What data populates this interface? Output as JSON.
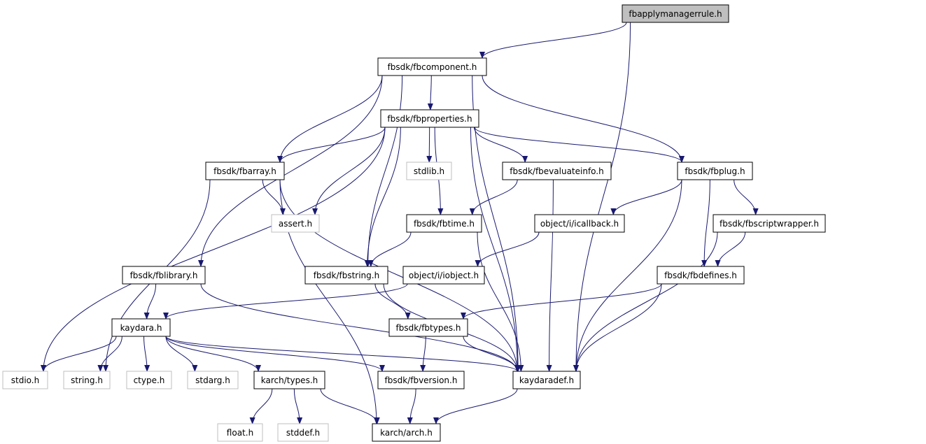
{
  "colors": {
    "edge": "#191970",
    "root_fill": "#bfbfbf",
    "box_border": "#000000",
    "external_border": "#bfbfbf"
  },
  "nodes": [
    {
      "id": "fbapplymanagerrule",
      "label": "fbapplymanagerrule.h",
      "style": "root"
    },
    {
      "id": "fbcomponent",
      "label": "fbsdk/fbcomponent.h",
      "style": "normal"
    },
    {
      "id": "fbproperties",
      "label": "fbsdk/fbproperties.h",
      "style": "normal"
    },
    {
      "id": "fbarray",
      "label": "fbsdk/fbarray.h",
      "style": "normal"
    },
    {
      "id": "stdlib",
      "label": "stdlib.h",
      "style": "external"
    },
    {
      "id": "fbevaluateinfo",
      "label": "fbsdk/fbevaluateinfo.h",
      "style": "normal"
    },
    {
      "id": "fbplug",
      "label": "fbsdk/fbplug.h",
      "style": "normal"
    },
    {
      "id": "assert",
      "label": "assert.h",
      "style": "external"
    },
    {
      "id": "fbtime",
      "label": "fbsdk/fbtime.h",
      "style": "normal"
    },
    {
      "id": "icallback",
      "label": "object/i/icallback.h",
      "style": "normal"
    },
    {
      "id": "fbscriptwrapper",
      "label": "fbsdk/fbscriptwrapper.h",
      "style": "normal"
    },
    {
      "id": "fblibrary",
      "label": "fbsdk/fblibrary.h",
      "style": "normal"
    },
    {
      "id": "fbstring",
      "label": "fbsdk/fbstring.h",
      "style": "normal"
    },
    {
      "id": "iobject",
      "label": "object/i/iobject.h",
      "style": "normal"
    },
    {
      "id": "fbdefines",
      "label": "fbsdk/fbdefines.h",
      "style": "normal"
    },
    {
      "id": "kaydara",
      "label": "kaydara.h",
      "style": "normal"
    },
    {
      "id": "fbtypes",
      "label": "fbsdk/fbtypes.h",
      "style": "normal"
    },
    {
      "id": "stdio",
      "label": "stdio.h",
      "style": "external"
    },
    {
      "id": "string",
      "label": "string.h",
      "style": "external"
    },
    {
      "id": "ctype",
      "label": "ctype.h",
      "style": "external"
    },
    {
      "id": "stdarg",
      "label": "stdarg.h",
      "style": "external"
    },
    {
      "id": "karchtypes",
      "label": "karch/types.h",
      "style": "normal"
    },
    {
      "id": "fbversion",
      "label": "fbsdk/fbversion.h",
      "style": "normal"
    },
    {
      "id": "kaydaradef",
      "label": "kaydaradef.h",
      "style": "normal"
    },
    {
      "id": "float",
      "label": "float.h",
      "style": "external"
    },
    {
      "id": "stddef",
      "label": "stddef.h",
      "style": "external"
    },
    {
      "id": "karcharch",
      "label": "karch/arch.h",
      "style": "normal"
    }
  ],
  "edges": [
    [
      "fbapplymanagerrule",
      "fbcomponent"
    ],
    [
      "fbapplymanagerrule",
      "kaydaradef"
    ],
    [
      "fbcomponent",
      "fbproperties"
    ],
    [
      "fbcomponent",
      "fbarray"
    ],
    [
      "fbcomponent",
      "fbplug"
    ],
    [
      "fbcomponent",
      "fblibrary"
    ],
    [
      "fbcomponent",
      "fbstring"
    ],
    [
      "fbcomponent",
      "kaydaradef"
    ],
    [
      "fbproperties",
      "fbarray"
    ],
    [
      "fbproperties",
      "stdlib"
    ],
    [
      "fbproperties",
      "fbevaluateinfo"
    ],
    [
      "fbproperties",
      "fbplug"
    ],
    [
      "fbproperties",
      "assert"
    ],
    [
      "fbproperties",
      "fbtime"
    ],
    [
      "fbproperties",
      "fbstring"
    ],
    [
      "fbproperties",
      "stdio"
    ],
    [
      "fbproperties",
      "kaydaradef"
    ],
    [
      "fbarray",
      "assert"
    ],
    [
      "fbarray",
      "string"
    ],
    [
      "fbarray",
      "kaydaradef"
    ],
    [
      "fbarray",
      "karcharch"
    ],
    [
      "fbevaluateinfo",
      "fbtime"
    ],
    [
      "fbevaluateinfo",
      "kaydaradef"
    ],
    [
      "fbplug",
      "icallback"
    ],
    [
      "fbplug",
      "fbscriptwrapper"
    ],
    [
      "fbplug",
      "fbdefines"
    ],
    [
      "fbplug",
      "kaydaradef"
    ],
    [
      "fbtime",
      "fbstring"
    ],
    [
      "fbtime",
      "kaydaradef"
    ],
    [
      "icallback",
      "iobject"
    ],
    [
      "fbscriptwrapper",
      "fbdefines"
    ],
    [
      "fbscriptwrapper",
      "kaydaradef"
    ],
    [
      "fblibrary",
      "kaydara"
    ],
    [
      "fblibrary",
      "kaydaradef"
    ],
    [
      "fbstring",
      "fbtypes"
    ],
    [
      "fbstring",
      "kaydaradef"
    ],
    [
      "iobject",
      "kaydara"
    ],
    [
      "fbdefines",
      "fbtypes"
    ],
    [
      "fbdefines",
      "kaydaradef"
    ],
    [
      "kaydara",
      "stdio"
    ],
    [
      "kaydara",
      "string"
    ],
    [
      "kaydara",
      "ctype"
    ],
    [
      "kaydara",
      "stdarg"
    ],
    [
      "kaydara",
      "karchtypes"
    ],
    [
      "kaydara",
      "fbversion"
    ],
    [
      "kaydara",
      "kaydaradef"
    ],
    [
      "fbtypes",
      "fbversion"
    ],
    [
      "fbtypes",
      "kaydaradef"
    ],
    [
      "karchtypes",
      "float"
    ],
    [
      "karchtypes",
      "stddef"
    ],
    [
      "karchtypes",
      "karcharch"
    ],
    [
      "fbversion",
      "karcharch"
    ],
    [
      "kaydaradef",
      "karcharch"
    ]
  ]
}
